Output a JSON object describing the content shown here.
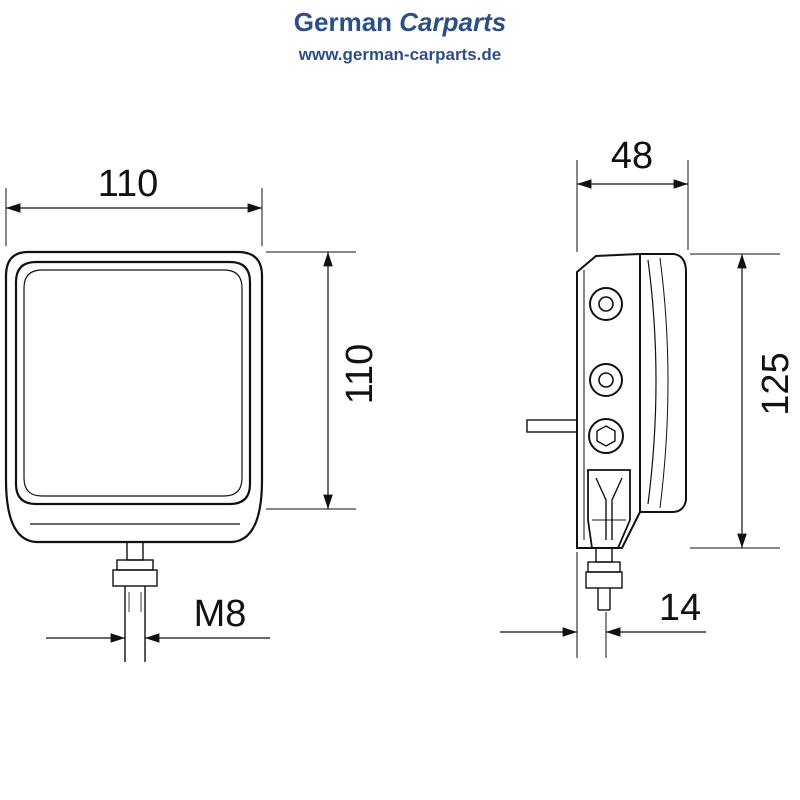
{
  "brand": {
    "name_part1": "German ",
    "name_part2": "Carparts",
    "url": "www.german-carparts.de"
  },
  "front_view": {
    "width_label": "110",
    "height_label": "110",
    "thread_label": "M8"
  },
  "side_view": {
    "depth_label": "48",
    "height_label": "125",
    "offset_label": "14"
  },
  "colors": {
    "brand_text": "#2b4f86",
    "line": "#111111"
  }
}
